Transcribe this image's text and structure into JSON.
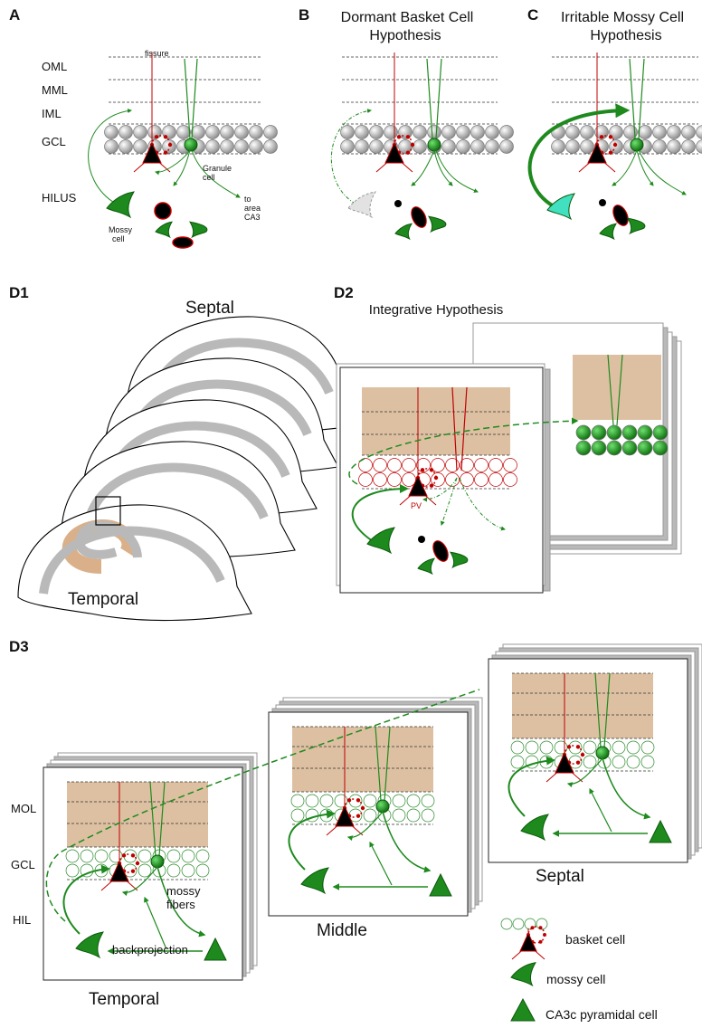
{
  "panels": {
    "a": {
      "letter": "A",
      "layers": [
        "OML",
        "MML",
        "IML",
        "GCL",
        "HILUS"
      ],
      "fissure": "fissure",
      "granule_line1": "Granule",
      "granule_line2": "cell",
      "mossy_line1": "Mossy",
      "mossy_line2": "cell",
      "ca3_line1": "to",
      "ca3_line2": "area",
      "ca3_line3": "CA3"
    },
    "b": {
      "letter": "B",
      "title_line1": "Dormant Basket Cell",
      "title_line2": "Hypothesis"
    },
    "c": {
      "letter": "C",
      "title_line1": "Irritable Mossy Cell",
      "title_line2": "Hypothesis"
    },
    "d1": {
      "letter": "D1",
      "septal": "Septal",
      "temporal": "Temporal"
    },
    "d2": {
      "letter": "D2",
      "title": "Integrative Hypothesis",
      "pv": "PV"
    },
    "d3": {
      "letter": "D3",
      "layers": [
        "MOL",
        "GCL",
        "HIL"
      ],
      "mossy_fibers_line1": "mossy",
      "mossy_fibers_line2": "fibers",
      "backprojection": "backprojection",
      "temporal": "Temporal",
      "middle": "Middle",
      "septal": "Septal"
    }
  },
  "legend": {
    "basket": "basket cell",
    "mossy": "mossy cell",
    "pyramidal": "CA3c pyramidal cell"
  },
  "colors": {
    "green": "#1e8a1e",
    "red": "#c00000",
    "tan": "#ddc0a2",
    "gray": "#b9b9b9",
    "cyan": "#40e0c0"
  }
}
